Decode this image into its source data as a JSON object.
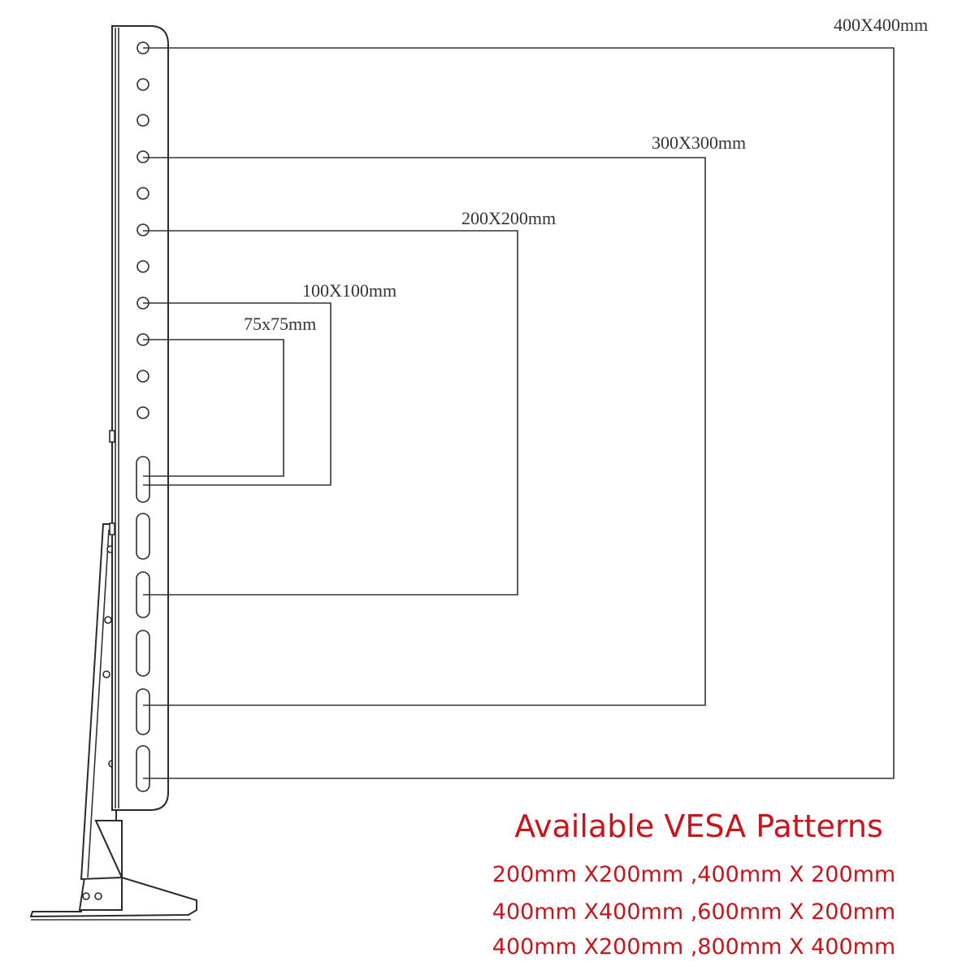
{
  "patterns": [
    {
      "label": "400X400mm"
    },
    {
      "label": "300X300mm"
    },
    {
      "label": "200X200mm"
    },
    {
      "label": "100X100mm"
    },
    {
      "label": "75x75mm"
    }
  ],
  "info": {
    "heading": "Available VESA Patterns",
    "lines": [
      "200mm X200mm ,400mm X 200mm",
      "400mm X400mm ,600mm X 200mm",
      "400mm X200mm ,800mm X 400mm"
    ]
  },
  "colors": {
    "accent": "#c8141c",
    "line": "#333333"
  }
}
